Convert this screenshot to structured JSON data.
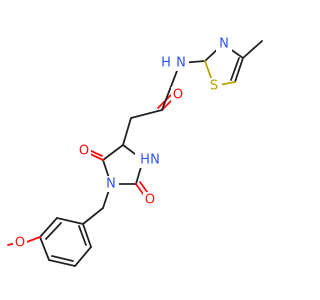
{
  "structure": {
    "bond_color": "#222222",
    "heteroatom_colors": {
      "oxygen": "#ff0d0d",
      "nitrogen": "#3050f8",
      "sulfur": "#b8a200"
    },
    "labels": {
      "amide_oxygen": "O",
      "amide_nh": "N",
      "amide_h": "H",
      "thiazole_n": "N",
      "thiazole_s": "S",
      "ring_nh_h": "H",
      "ring_nh_n": "N",
      "ring_n": "N",
      "upper_carbonyl_o": "O",
      "lower_carbonyl_o": "O",
      "methoxy_o": "O"
    }
  }
}
